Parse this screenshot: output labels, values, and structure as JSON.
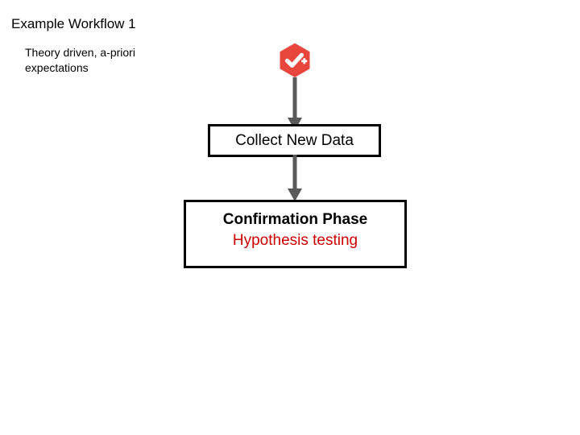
{
  "slide": {
    "title": "Example Workflow 1",
    "subtitle": "Theory driven, a-priori expectations",
    "background_color": "#FFFFFF"
  },
  "nodes": {
    "start_badge": {
      "icon": "hexagon-check-plus-icon",
      "shape": "hexagon",
      "fill_color": "#E8453C",
      "glyph_color": "#FFFFFF"
    },
    "collect": {
      "label": "Collect New Data",
      "border_color": "#000000",
      "text_color": "#000000"
    },
    "confirm": {
      "heading": "Confirmation Phase",
      "subheading": "Hypothesis testing",
      "border_color": "#000000",
      "heading_color": "#000000",
      "subheading_color": "#CC0000"
    }
  },
  "connectors": {
    "arrow_color": "#595959",
    "arrow_1": "badge-to-collect",
    "arrow_2": "collect-to-confirm"
  }
}
